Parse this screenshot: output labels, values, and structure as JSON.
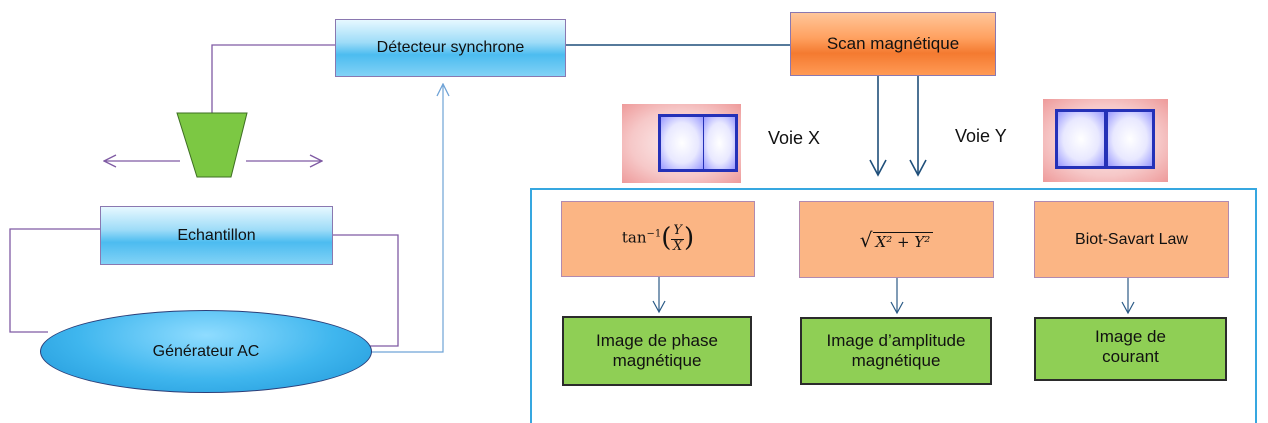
{
  "nodes": {
    "detecteur": "Détecteur synchrone",
    "scan": "Scan magnétique",
    "echantillon": "Echantillon",
    "generateur": "Générateur AC",
    "biot": "Biot-Savart Law",
    "phase_image": "Image de phase magnétique",
    "amplitude_image": "Image d’amplitude magnétique",
    "courant_image": "Image de courant"
  },
  "formulas": {
    "phase": {
      "func": "tan",
      "exp": "−1",
      "num": "Y",
      "den": "X"
    },
    "amplitude": {
      "radicand": "X² + Y²"
    }
  },
  "channels": {
    "x": "Voie X",
    "y": "Voie Y"
  },
  "colors": {
    "wire_purple": "#7f5aa3",
    "wire_blue": "#6fa3d6",
    "link_dark": "#1f4f7a",
    "frame_blue": "#36a7e0",
    "probe_green": "#7cc843"
  }
}
